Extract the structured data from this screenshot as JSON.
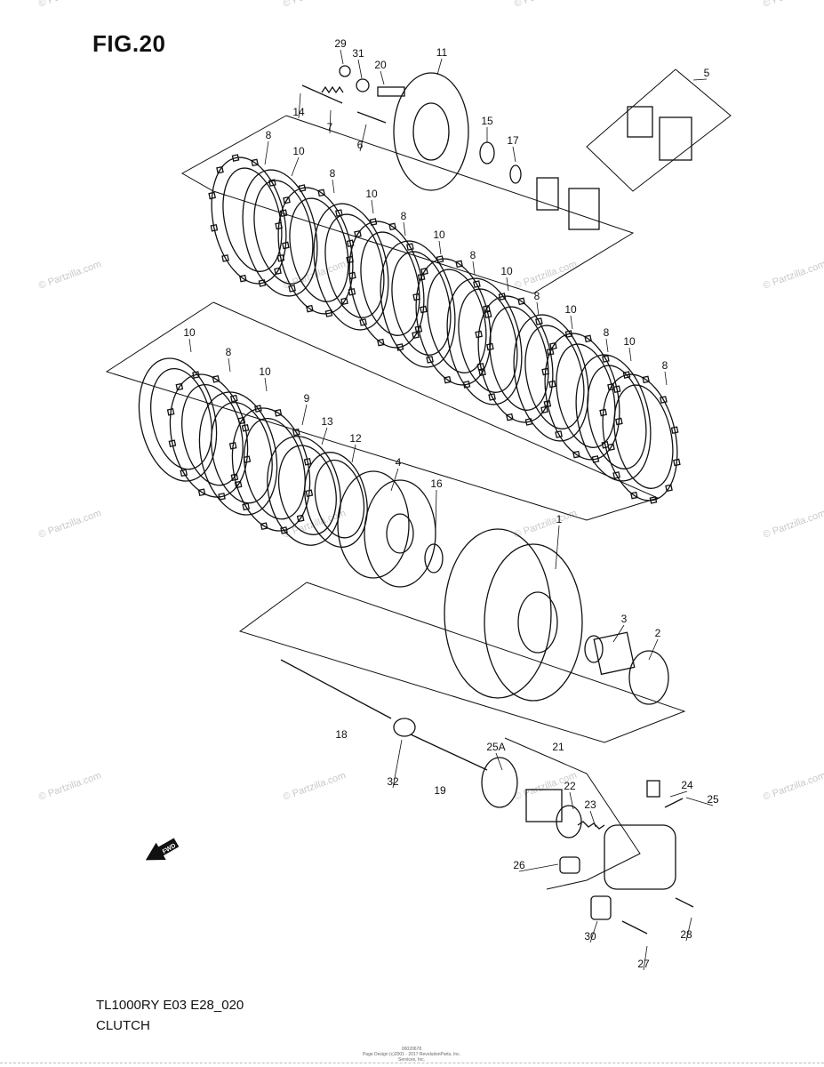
{
  "figure": {
    "title": "FIG.20",
    "model_code": "TL1000RY E03 E28_020",
    "section_name": "CLUTCH",
    "copyright_line1": "00020678",
    "copyright_line2": "Page Design (c)2001 - 2017 RevolutionParts, Inc. Services, Inc."
  },
  "watermark_text": "© Partzilla.com",
  "fwd_label": "FWD",
  "callouts": [
    "1",
    "2",
    "3",
    "4",
    "5",
    "6",
    "7",
    "8",
    "9",
    "10",
    "11",
    "12",
    "13",
    "14",
    "15",
    "16",
    "17",
    "18",
    "19",
    "20",
    "21",
    "22",
    "23",
    "24",
    "25",
    "25A",
    "26",
    "27",
    "28",
    "29",
    "30",
    "31",
    "32"
  ],
  "colors": {
    "line": "#111111",
    "watermark": "#c9c9c9",
    "background": "#ffffff"
  }
}
